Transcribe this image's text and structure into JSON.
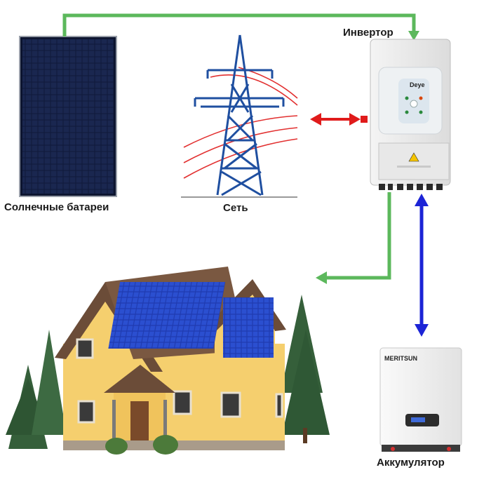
{
  "labels": {
    "solar_panels": "Солнечные батареи",
    "grid": "Сеть",
    "inverter": "Инвертор",
    "battery": "Аккумулятор"
  },
  "inverter": {
    "brand": "Deye"
  },
  "battery": {
    "brand": "MERITSUN"
  },
  "colors": {
    "pv_flow": "#5cb85c",
    "grid_flow": "#e01b1b",
    "battery_flow": "#1c24d6",
    "tower": "#1f4fa0",
    "house_wall": "#f5cf6e",
    "roof": "#6b4c38",
    "panel": "#1b2c8f"
  }
}
